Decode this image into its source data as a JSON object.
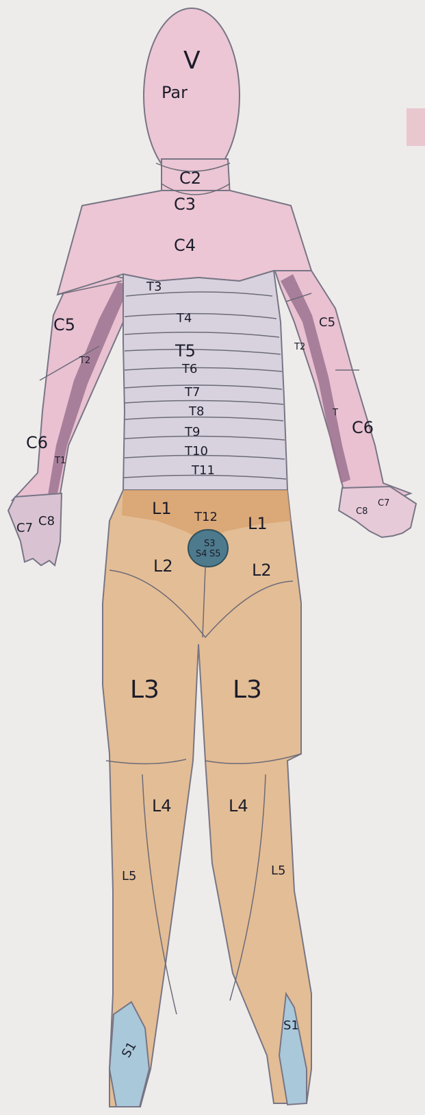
{
  "colors": {
    "paper": "#eeecea",
    "head_neck_shoulders": "#ecc6d4",
    "arm_outer": "#e9c1d1",
    "arm_inner_strip": "#9c7390",
    "torso_thoracic": "#d8d2de",
    "lumbar_legs": "#e3bd95",
    "lumbar_band_L1": "#d8a26e",
    "perineum_sacral": "#4d7a8c",
    "foot_S1": "#a9c8da",
    "hand": "#d9c3d3"
  },
  "labels": {
    "head_v": "V",
    "head_par": "Par",
    "c2": "C2",
    "c3": "C3",
    "c4": "C4",
    "t3": "T3",
    "t4": "T4",
    "t5": "T5",
    "t6": "T6",
    "t7": "T7",
    "t8": "T8",
    "t9": "T9",
    "t10": "T10",
    "t11": "T11",
    "t12": "T12",
    "left_c5": "C5",
    "left_t2": "T2",
    "left_c6": "C6",
    "left_t1": "T1",
    "left_c7": "C7",
    "left_c8": "C8",
    "right_c5": "C5",
    "right_t2": "T2",
    "right_t1": "T",
    "right_c6": "C6",
    "right_c7": "C7",
    "right_c8": "C8",
    "left_l1": "L1",
    "right_l1": "L1",
    "left_l2": "L2",
    "right_l2": "L2",
    "s_perineum_a": "S3",
    "s_perineum_b": "S4",
    "s_perineum_c": "S5",
    "left_l3": "L3",
    "right_l3": "L3",
    "left_l4": "L4",
    "right_l4": "L4",
    "left_l5": "L5",
    "right_l5": "L5",
    "left_s1": "S1",
    "right_s1": "S1"
  }
}
